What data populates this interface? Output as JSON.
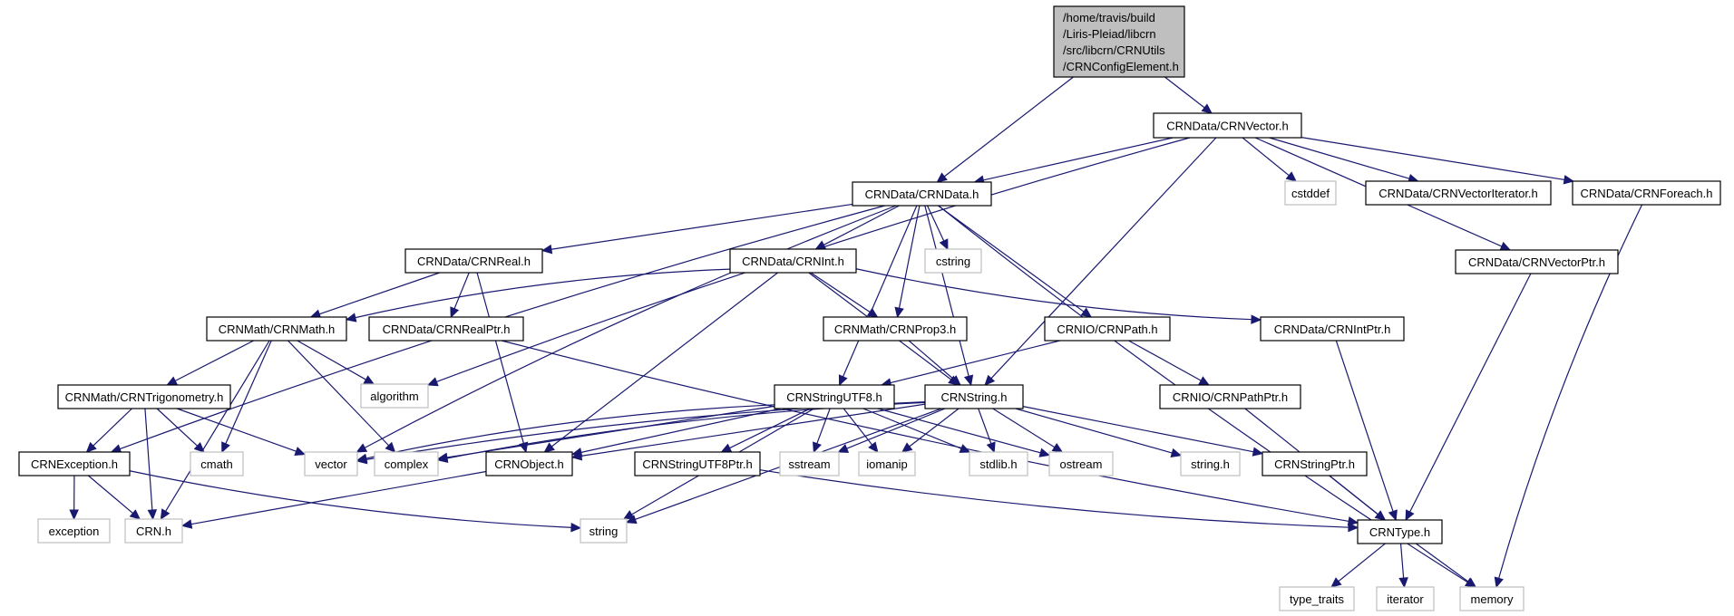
{
  "graph": {
    "type": "include-dependency-graph",
    "colors": {
      "edge": "#191970",
      "root_fill": "#bfbfbf",
      "system_border": "#bfbfbf",
      "project_border": "#000000"
    },
    "root": {
      "id": "root",
      "lines": [
        "/home/travis/build",
        "/Liris-Pleiad/libcrn",
        "/src/libcrn/CRNUtils",
        "/CRNConfigElement.h"
      ]
    },
    "nodes": [
      {
        "id": "vector_h",
        "label": "CRNData/CRNVector.h",
        "kind": "project"
      },
      {
        "id": "data_h",
        "label": "CRNData/CRNData.h",
        "kind": "project"
      },
      {
        "id": "cstddef",
        "label": "cstddef",
        "kind": "system"
      },
      {
        "id": "vectoriter",
        "label": "CRNData/CRNVectorIterator.h",
        "kind": "project"
      },
      {
        "id": "foreach",
        "label": "CRNData/CRNForeach.h",
        "kind": "project"
      },
      {
        "id": "vectorptr",
        "label": "CRNData/CRNVectorPtr.h",
        "kind": "project"
      },
      {
        "id": "real",
        "label": "CRNData/CRNReal.h",
        "kind": "project"
      },
      {
        "id": "int",
        "label": "CRNData/CRNInt.h",
        "kind": "project"
      },
      {
        "id": "cstring",
        "label": "cstring",
        "kind": "system"
      },
      {
        "id": "math",
        "label": "CRNMath/CRNMath.h",
        "kind": "project"
      },
      {
        "id": "realptr",
        "label": "CRNData/CRNRealPtr.h",
        "kind": "project"
      },
      {
        "id": "prop3",
        "label": "CRNMath/CRNProp3.h",
        "kind": "project"
      },
      {
        "id": "path",
        "label": "CRNIO/CRNPath.h",
        "kind": "project"
      },
      {
        "id": "intptr",
        "label": "CRNData/CRNIntPtr.h",
        "kind": "project"
      },
      {
        "id": "trig",
        "label": "CRNMath/CRNTrigonometry.h",
        "kind": "project"
      },
      {
        "id": "algorithm",
        "label": "algorithm",
        "kind": "system"
      },
      {
        "id": "utf8",
        "label": "CRNStringUTF8.h",
        "kind": "project"
      },
      {
        "id": "string_h",
        "label": "CRNString.h",
        "kind": "project"
      },
      {
        "id": "pathptr",
        "label": "CRNIO/CRNPathPtr.h",
        "kind": "project"
      },
      {
        "id": "exception_h",
        "label": "CRNException.h",
        "kind": "project"
      },
      {
        "id": "cmath",
        "label": "cmath",
        "kind": "system"
      },
      {
        "id": "vector",
        "label": "vector",
        "kind": "system"
      },
      {
        "id": "complex",
        "label": "complex",
        "kind": "system"
      },
      {
        "id": "object",
        "label": "CRNObject.h",
        "kind": "project"
      },
      {
        "id": "utf8ptr",
        "label": "CRNStringUTF8Ptr.h",
        "kind": "project"
      },
      {
        "id": "sstream",
        "label": "sstream",
        "kind": "system"
      },
      {
        "id": "iomanip",
        "label": "iomanip",
        "kind": "system"
      },
      {
        "id": "stdlib",
        "label": "stdlib.h",
        "kind": "system"
      },
      {
        "id": "ostream",
        "label": "ostream",
        "kind": "system"
      },
      {
        "id": "stringdoth",
        "label": "string.h",
        "kind": "system"
      },
      {
        "id": "stringptr",
        "label": "CRNStringPtr.h",
        "kind": "project"
      },
      {
        "id": "exception",
        "label": "exception",
        "kind": "system"
      },
      {
        "id": "crn",
        "label": "CRN.h",
        "kind": "system"
      },
      {
        "id": "string",
        "label": "string",
        "kind": "system"
      },
      {
        "id": "type",
        "label": "CRNType.h",
        "kind": "project"
      },
      {
        "id": "type_traits",
        "label": "type_traits",
        "kind": "system"
      },
      {
        "id": "iterator",
        "label": "iterator",
        "kind": "system"
      },
      {
        "id": "memory",
        "label": "memory",
        "kind": "system"
      }
    ],
    "edges": [
      [
        "root",
        "data_h"
      ],
      [
        "root",
        "vector_h"
      ],
      [
        "vector_h",
        "data_h"
      ],
      [
        "vector_h",
        "cstddef"
      ],
      [
        "vector_h",
        "vectoriter"
      ],
      [
        "vector_h",
        "foreach"
      ],
      [
        "vector_h",
        "vectorptr"
      ],
      [
        "vector_h",
        "string_h"
      ],
      [
        "vector_h",
        "algorithm"
      ],
      [
        "data_h",
        "real"
      ],
      [
        "data_h",
        "int"
      ],
      [
        "data_h",
        "cstring"
      ],
      [
        "data_h",
        "prop3"
      ],
      [
        "data_h",
        "path"
      ],
      [
        "data_h",
        "string_h"
      ],
      [
        "data_h",
        "utf8"
      ],
      [
        "data_h",
        "vector"
      ],
      [
        "data_h",
        "exception_h"
      ],
      [
        "data_h",
        "memory"
      ],
      [
        "foreach",
        "memory"
      ],
      [
        "vectorptr",
        "type"
      ],
      [
        "real",
        "math"
      ],
      [
        "real",
        "realptr"
      ],
      [
        "real",
        "object"
      ],
      [
        "int",
        "math"
      ],
      [
        "int",
        "prop3"
      ],
      [
        "int",
        "intptr"
      ],
      [
        "int",
        "string_h"
      ],
      [
        "int",
        "object"
      ],
      [
        "math",
        "trig"
      ],
      [
        "math",
        "cmath"
      ],
      [
        "math",
        "algorithm"
      ],
      [
        "math",
        "complex"
      ],
      [
        "math",
        "crn"
      ],
      [
        "realptr",
        "type"
      ],
      [
        "prop3",
        "string_h"
      ],
      [
        "path",
        "utf8"
      ],
      [
        "path",
        "pathptr"
      ],
      [
        "intptr",
        "type"
      ],
      [
        "pathptr",
        "type"
      ],
      [
        "trig",
        "exception_h"
      ],
      [
        "trig",
        "cmath"
      ],
      [
        "trig",
        "crn"
      ],
      [
        "trig",
        "vector"
      ],
      [
        "utf8",
        "vector"
      ],
      [
        "utf8",
        "complex"
      ],
      [
        "utf8",
        "object"
      ],
      [
        "utf8",
        "utf8ptr"
      ],
      [
        "utf8",
        "sstream"
      ],
      [
        "utf8",
        "iomanip"
      ],
      [
        "utf8",
        "stdlib"
      ],
      [
        "utf8",
        "ostream"
      ],
      [
        "utf8",
        "string"
      ],
      [
        "string_h",
        "vector"
      ],
      [
        "string_h",
        "complex"
      ],
      [
        "string_h",
        "object"
      ],
      [
        "string_h",
        "sstream"
      ],
      [
        "string_h",
        "iomanip"
      ],
      [
        "string_h",
        "stdlib"
      ],
      [
        "string_h",
        "ostream"
      ],
      [
        "string_h",
        "stringdoth"
      ],
      [
        "string_h",
        "stringptr"
      ],
      [
        "string_h",
        "string"
      ],
      [
        "exception_h",
        "exception"
      ],
      [
        "exception_h",
        "crn"
      ],
      [
        "exception_h",
        "string"
      ],
      [
        "object",
        "crn"
      ],
      [
        "utf8ptr",
        "type"
      ],
      [
        "stringptr",
        "type"
      ],
      [
        "type",
        "type_traits"
      ],
      [
        "type",
        "iterator"
      ],
      [
        "type",
        "memory"
      ]
    ]
  }
}
